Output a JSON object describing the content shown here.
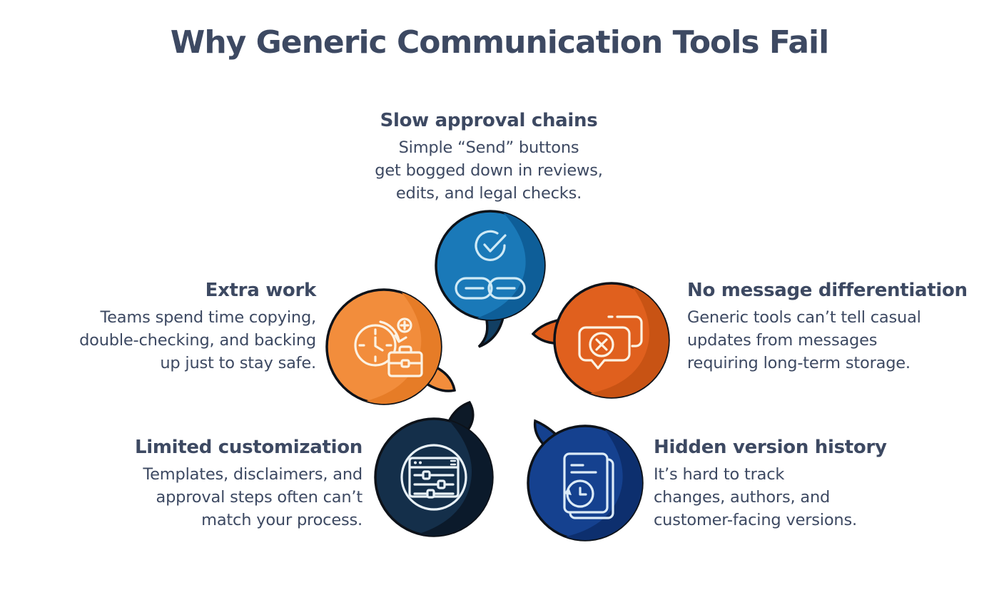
{
  "title": "Why Generic Communication Tools Fail",
  "text_color": "#3d4962",
  "items": [
    {
      "id": "slow-approval-chains",
      "heading": "Slow approval chains",
      "body": "Simple “Send” buttons\nget bogged down in reviews,\nedits, and legal checks.",
      "icon": "check-link-icon",
      "colors": {
        "main": "#1a79b8",
        "shade": "#0e5e98",
        "tail": "#123f63",
        "outline": "#0d1219",
        "icon": "#cfeaf6"
      }
    },
    {
      "id": "extra-work",
      "heading": "Extra work",
      "body": "Teams spend time copying,\ndouble-checking, and backing\nup just to stay safe.",
      "icon": "clock-briefcase-icon",
      "colors": {
        "main": "#f28d3c",
        "shade": "#e67c27",
        "tail": "#f28d3c",
        "outline": "#0d1219",
        "icon": "#fcf2e2"
      }
    },
    {
      "id": "no-message-differentiation",
      "heading": "No message differentiation",
      "body": "Generic tools can’t tell casual\nupdates from messages\nrequiring long-term storage.",
      "icon": "messages-x-icon",
      "colors": {
        "main": "#e0601e",
        "shade": "#c85314",
        "tail": "#e0601e",
        "outline": "#0d1219",
        "icon": "#fcf2e2"
      }
    },
    {
      "id": "limited-customization",
      "heading": "Limited customization",
      "body": "Templates, disclaimers, and\napproval steps often can’t\nmatch your process.",
      "icon": "sliders-window-icon",
      "colors": {
        "main": "#142f4a",
        "shade": "#0b1a2b",
        "tail": "#0d1a28",
        "outline": "#0d1219",
        "icon": "#e9f2f8"
      }
    },
    {
      "id": "hidden-version-history",
      "heading": "Hidden version history",
      "body": "It’s hard to track\nchanges, authors, and\ncustomer-facing versions.",
      "icon": "doc-history-icon",
      "colors": {
        "main": "#15418f",
        "shade": "#0d2f6e",
        "tail": "#15418f",
        "outline": "#0d1219",
        "icon": "#dcebf7"
      }
    }
  ]
}
